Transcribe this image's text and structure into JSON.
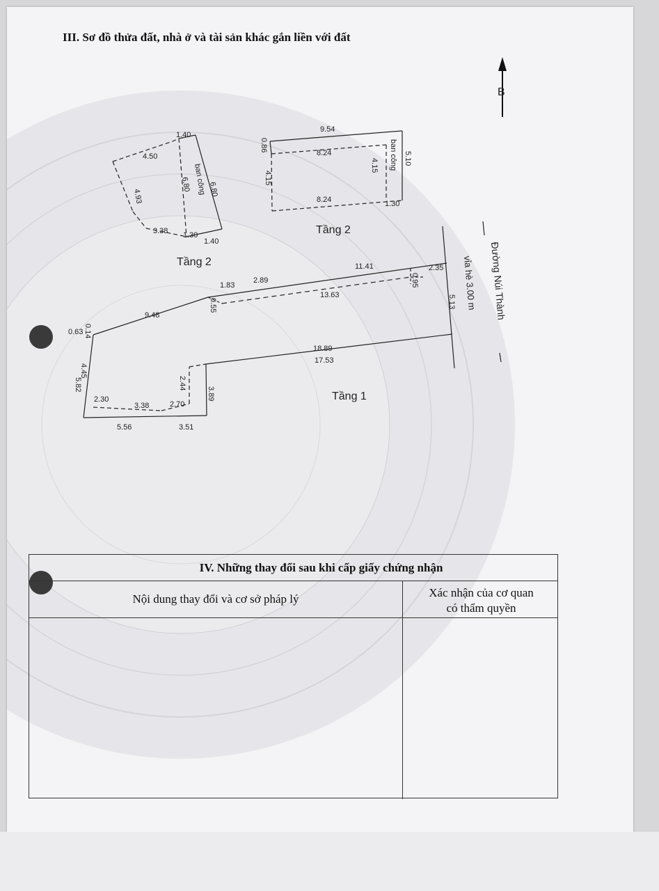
{
  "section3": {
    "title": "III. Sơ đồ thửa đất, nhà ở và tài sản khác gắn liền với đất"
  },
  "plan": {
    "north_label": "B",
    "road_label": "Đường Núi Thành",
    "sidewalk_label": "vỉa hè 3.00 m",
    "balcony_label": "ban công",
    "floor2_left": {
      "label": "Tầng 2",
      "dims": [
        "1.40",
        "4.50",
        "6.80",
        "6.80",
        "4.93",
        "3.38",
        "1.30",
        "1.40"
      ]
    },
    "floor2_right": {
      "label": "Tầng 2",
      "dims": [
        "9.54",
        "0.86",
        "8.24",
        "5.10",
        "4.15",
        "4.15",
        "8.24",
        "1.30"
      ]
    },
    "floor1": {
      "label": "Tầng 1",
      "dims": [
        "11.41",
        "2.35",
        "0.95",
        "1.83",
        "2.89",
        "13.63",
        "0.55",
        "5.13",
        "9.48",
        "0.14",
        "0.63",
        "18.89",
        "17.53",
        "4.45",
        "5.82",
        "2.44",
        "3.89",
        "2.30",
        "3.38",
        "2.70",
        "5.56",
        "3.51"
      ]
    }
  },
  "section4": {
    "title": "IV. Những thay đổi sau khi cấp giấy chứng nhận",
    "col_content": "Nội dung thay đổi và cơ sở pháp lý",
    "col_confirm_line1": "Xác nhận của cơ quan",
    "col_confirm_line2": "có thẩm quyền"
  },
  "colors": {
    "ink": "#222222",
    "paper": "#f4f4f6"
  }
}
